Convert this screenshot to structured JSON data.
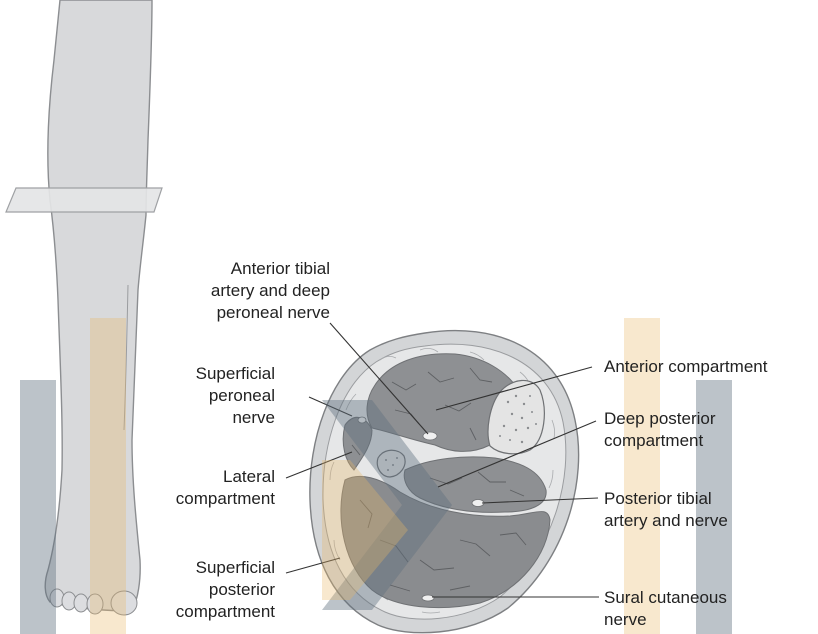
{
  "labels": {
    "anterior_tibial": [
      "Anterior tibial",
      "artery and deep",
      "peroneal nerve"
    ],
    "superficial_peroneal": [
      "Superficial",
      "peroneal",
      "nerve"
    ],
    "lateral_compartment": [
      "Lateral",
      "compartment"
    ],
    "superficial_posterior": [
      "Superficial",
      "posterior",
      "compartment"
    ],
    "anterior_compartment": [
      "Anterior compartment"
    ],
    "deep_posterior": [
      "Deep posterior",
      "compartment"
    ],
    "posterior_tibial": [
      "Posterior tibial",
      "artery and nerve"
    ],
    "sural_cutaneous": [
      "Sural cutaneous",
      "nerve"
    ]
  },
  "colors": {
    "skin": "#d3d5d7",
    "fat": "#e6e7e8",
    "muscle": "#8e9093",
    "muscle_dark": "#7b7d80",
    "bone": "#e4e4e4",
    "watermark_slate": "#5f6f7e",
    "watermark_gold": "#e8b766"
  }
}
